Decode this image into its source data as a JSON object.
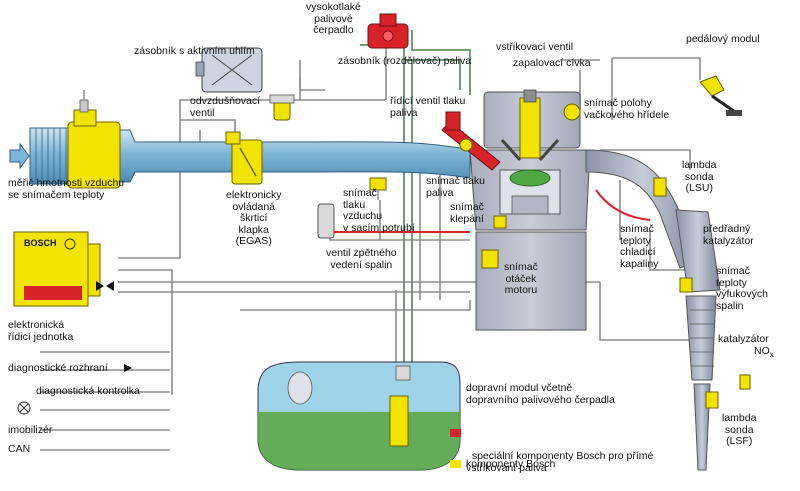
{
  "labels": {
    "vysokotlake": "vysokotlaké\npalivové\nčerpadlo",
    "zasobnik_uhli": "zásobník s aktivním uhlím",
    "pedalovy": "pedálový modul",
    "vstrikovaci": "vstřikovací ventil",
    "zasobnik_rozd": "zásobník (rozdělovač) paliva",
    "zapalovaci": "zapalovací cívka",
    "odvzdusnovaci": "odvzdušňovací\nventil",
    "ridici_ventil": "řídicí ventil tlaku\npaliva",
    "snimac_polohy": "snímač polohy\nvačkového hřídele",
    "meric": "měřič hmotnosti vzduchu\nse snímačem teploty",
    "egas": "elektronicky\novládaná\nškrticí\nklapka\n(EGAS)",
    "tlak_vzduchu": "snímač\ntlaku\nvzduchu\nv sacím potrubí",
    "tlak_paliva": "snímač tlaku\npaliva",
    "klepani": "snímač\nklepání",
    "lambda_lsu": "lambda\nsonda\n(LSU)",
    "predradny": "předřadný\nkatalyzátor",
    "teplota_chlad": "snímač\nteploty\nchladicí\nkapaliny",
    "ventil_spalin": "ventil zpětného\nvedení spalin",
    "otacek": "snímač\notáček\nmotoru",
    "teplota_vyfuk": "snímač\nteploty\nvýfukových\nspalin",
    "ecu": "elektronická\nřídicí jednotka",
    "bosch_logo": "BOSCH",
    "diag_rozhrani": "diagnostické rozhraní",
    "diag_kontrolka": "diagnostická kontrolka",
    "imobilizer": "imobilizér",
    "can": "CAN",
    "katalyzator_nox_a": "katalyzátor",
    "katalyzator_nox_b": "NO",
    "katalyzator_nox_sub": "x",
    "dopravni_modul": "dopravní modul včetně\ndopravního palivového čerpadla",
    "lambda_lsf": "lambda\nsonda\n(LSF)"
  },
  "legend": [
    {
      "text": "speciální komponenty Bosch pro přímé\nvstřikování paliva",
      "color": "#d8222a"
    },
    {
      "text": "komponenty Bosch",
      "color": "#f3e400"
    }
  ],
  "colors": {
    "intake": "#7fb6d6",
    "engine": "#b9bcc9",
    "fuel_tank": "#9fd3ea",
    "fuel": "#59a43f",
    "bosch_yellow": "#f3e400",
    "bosch_red": "#d8222a",
    "wire": "#9a9a9a"
  }
}
